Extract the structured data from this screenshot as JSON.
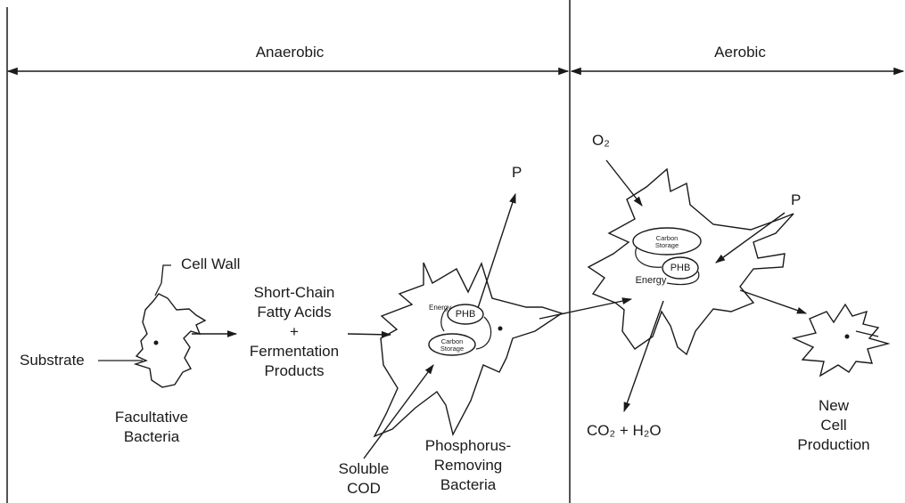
{
  "header": {
    "left_phase": "Anaerobic",
    "right_phase": "Aerobic"
  },
  "left_cell": {
    "cell_wall": "Cell Wall",
    "substrate": "Substrate",
    "name_line1": "Facultative",
    "name_line2": "Bacteria"
  },
  "products": {
    "line1": "Short-Chain",
    "line2": "Fatty Acids",
    "line3": "+",
    "line4": "Fermentation",
    "line5": "Products"
  },
  "middle_cell": {
    "p_release": "P",
    "energy": "Energy",
    "phb": "PHB",
    "storage_line1": "Carbon",
    "storage_line2": "Storage",
    "cod_line1": "Soluble",
    "cod_line2": "COD",
    "name_line1": "Phosphorus-",
    "name_line2": "Removing",
    "name_line3": "Bacteria"
  },
  "aerobic_cell": {
    "oxygen": "O₂",
    "p_uptake": "P",
    "storage_line1": "Carbon",
    "storage_line2": "Storage",
    "phb": "PHB",
    "energy": "Energy",
    "output": "CO₂ + H₂O"
  },
  "new_cell": {
    "line1": "New",
    "line2": "Cell",
    "line3": "Production"
  }
}
